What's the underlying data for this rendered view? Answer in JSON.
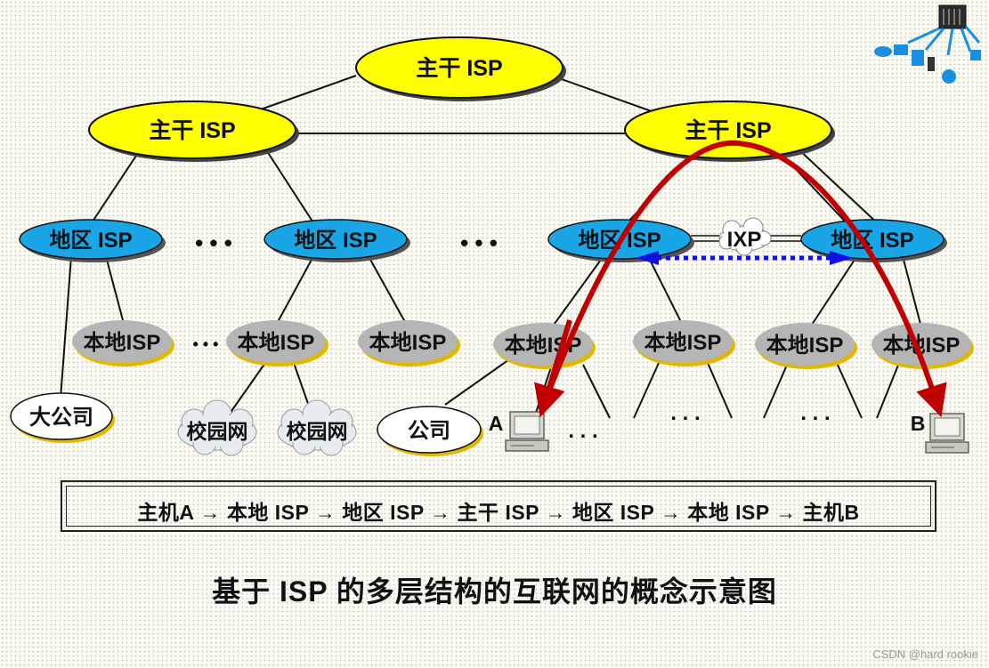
{
  "nodes": {
    "backbone_top": "主干 ISP",
    "backbone_left": "主干 ISP",
    "backbone_right": "主干 ISP",
    "regional_1": "地区 ISP",
    "regional_2": "地区 ISP",
    "regional_3": "地区 ISP",
    "regional_4": "地区 ISP",
    "ixp": "IXP",
    "local_1": "本地ISP",
    "local_2": "本地ISP",
    "local_3": "本地ISP",
    "local_4": "本地ISP",
    "local_5": "本地ISP",
    "local_6": "本地ISP",
    "local_7": "本地ISP",
    "big_company": "大公司",
    "campus_1": "校园网",
    "campus_2": "校园网",
    "company": "公司",
    "host_a": "A",
    "host_b": "B"
  },
  "ellipsis": "• • •",
  "small_ellipsis": "• • •",
  "dots": ". . .",
  "route": "主机A → 本地 ISP → 地区 ISP → 主干 ISP → 地区 ISP → 本地 ISP → 主机B",
  "caption": "基于 ISP 的多层结构的互联网的概念示意图",
  "watermark": "CSDN @hard rookie",
  "colors": {
    "backbone": "#ffff00",
    "regional": "#1aa6e6",
    "local": "#b5b5b5",
    "path": "#c00000",
    "ixp_link": "#1010e0"
  }
}
